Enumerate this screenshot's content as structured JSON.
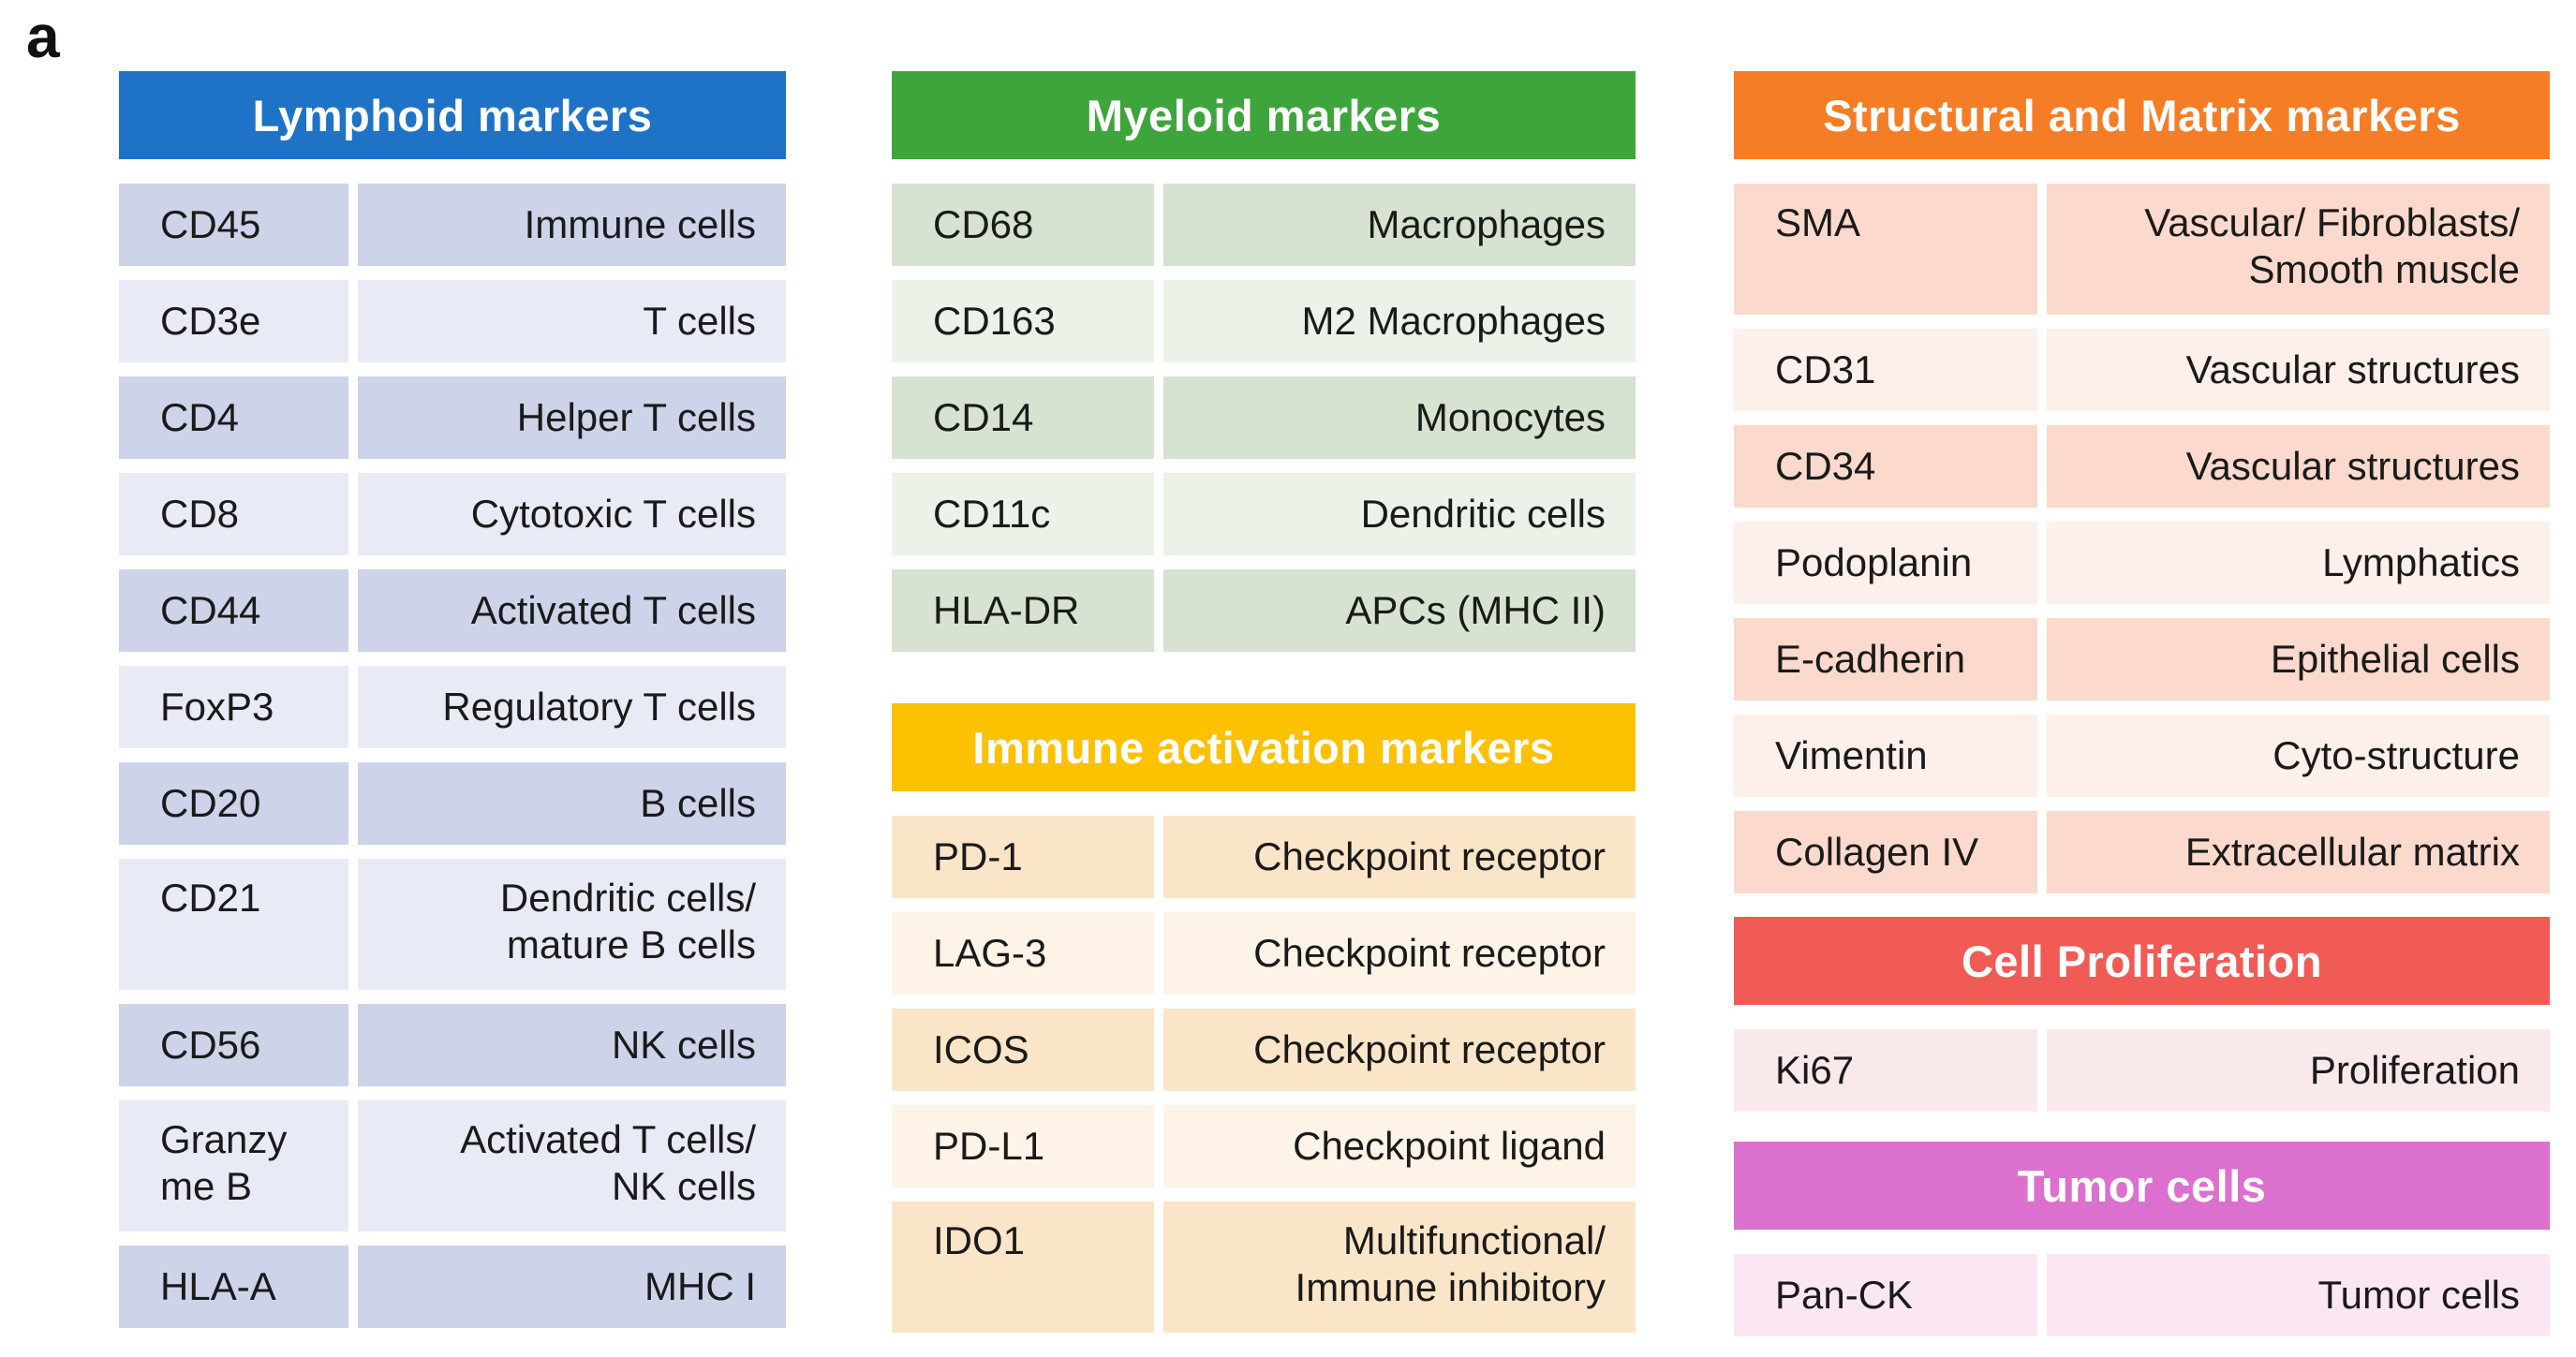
{
  "panel_label": "a",
  "colors": {
    "background": "#FFFFFF",
    "text": "#1A1A1A",
    "header_text": "#FFFFFF"
  },
  "sections": [
    {
      "id": "lymphoid",
      "title": "Lymphoid markers",
      "colors": {
        "header": "#1F73C6",
        "band_dark": "#CDD3E8",
        "band_light": "#E8EBF5"
      },
      "rows": [
        {
          "marker": "CD45",
          "target": "Immune cells"
        },
        {
          "marker": "CD3e",
          "target": "T cells"
        },
        {
          "marker": "CD4",
          "target": "Helper T cells"
        },
        {
          "marker": "CD8",
          "target": "Cytotoxic T cells"
        },
        {
          "marker": "CD44",
          "target": "Activated T cells"
        },
        {
          "marker": "FoxP3",
          "target": "Regulatory T cells"
        },
        {
          "marker": "CD20",
          "target": "B cells"
        },
        {
          "marker": "CD21",
          "target": "Dendritic cells/\nmature B cells"
        },
        {
          "marker": "CD56",
          "target": "NK cells"
        },
        {
          "marker": "Granzy\nme B",
          "target": "Activated T cells/\nNK cells"
        },
        {
          "marker": "HLA-A",
          "target": "MHC I"
        }
      ]
    },
    {
      "id": "myeloid",
      "title": "Myeloid markers",
      "colors": {
        "header": "#3DA53C",
        "band_dark": "#D5E3D0",
        "band_light": "#EBF2E8"
      },
      "rows": [
        {
          "marker": "CD68",
          "target": "Macrophages"
        },
        {
          "marker": "CD163",
          "target": "M2 Macrophages"
        },
        {
          "marker": "CD14",
          "target": "Monocytes"
        },
        {
          "marker": "CD11c",
          "target": "Dendritic cells"
        },
        {
          "marker": "HLA-DR",
          "target": "APCs (MHC II)"
        }
      ]
    },
    {
      "id": "immune-activation",
      "title": "Immune activation markers",
      "colors": {
        "header": "#FCC101",
        "band_dark": "#FBE5C8",
        "band_light": "#FDF3E7"
      },
      "rows": [
        {
          "marker": "PD-1",
          "target": "Checkpoint receptor"
        },
        {
          "marker": "LAG-3",
          "target": "Checkpoint receptor"
        },
        {
          "marker": "ICOS",
          "target": "Checkpoint receptor"
        },
        {
          "marker": "PD-L1",
          "target": "Checkpoint ligand"
        },
        {
          "marker": "IDO1",
          "target": "Multifunctional/\nImmune inhibitory"
        }
      ]
    },
    {
      "id": "structural-matrix",
      "title": "Structural and Matrix markers",
      "colors": {
        "header": "#F57D26",
        "band_dark": "#FBD9CC",
        "band_light": "#FDEFE9"
      },
      "rows": [
        {
          "marker": "SMA",
          "target": "Vascular/ Fibroblasts/\nSmooth muscle"
        },
        {
          "marker": "CD31",
          "target": "Vascular structures"
        },
        {
          "marker": "CD34",
          "target": "Vascular structures"
        },
        {
          "marker": "Podoplanin",
          "target": "Lymphatics"
        },
        {
          "marker": "E-cadherin",
          "target": "Epithelial cells"
        },
        {
          "marker": "Vimentin",
          "target": "Cyto-structure"
        },
        {
          "marker": "Collagen IV",
          "target": "Extracellular matrix"
        }
      ]
    },
    {
      "id": "cell-proliferation",
      "title": "Cell Proliferation",
      "colors": {
        "header": "#F15B56",
        "band_dark": "#FAE9EB",
        "band_light": "#FAE9EB"
      },
      "rows": [
        {
          "marker": "Ki67",
          "target": "Proliferation"
        }
      ]
    },
    {
      "id": "tumor-cells",
      "title": "Tumor cells",
      "colors": {
        "header": "#DB70CE",
        "band_dark": "#FAE7F3",
        "band_light": "#FAE7F3"
      },
      "rows": [
        {
          "marker": "Pan-CK",
          "target": "Tumor cells"
        }
      ]
    }
  ]
}
